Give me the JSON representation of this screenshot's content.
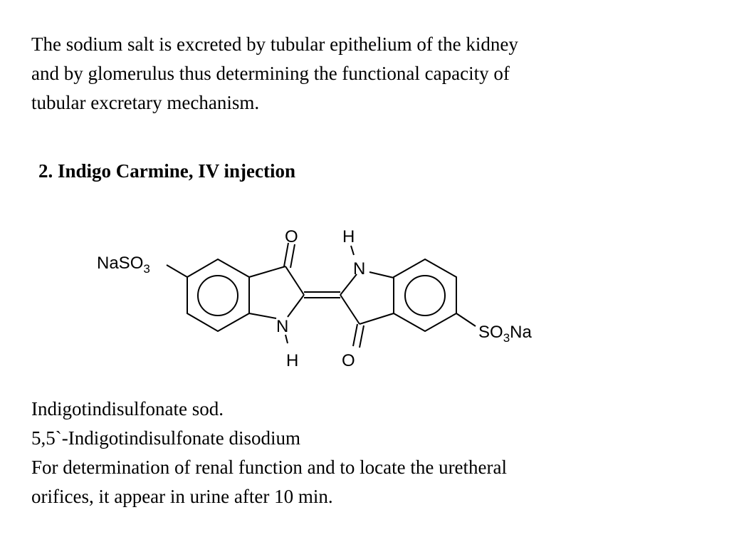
{
  "intro": {
    "lines": [
      "The sodium salt is excreted by tubular epithelium of the kidney",
      "and by glomerulus thus determining the functional capacity of",
      "tubular excretary mechanism."
    ]
  },
  "heading": "2. Indigo Carmine, IV injection",
  "structure": {
    "left_substituent": "NaSO",
    "left_substituent_sub": "3",
    "right_substituent": "SO",
    "right_substituent_sub": "3",
    "right_substituent_tail": "Na",
    "atom_o": "O",
    "atom_h": "H",
    "atom_n": "N"
  },
  "notes": {
    "lines": [
      "Indigotindisulfonate sod.",
      "5,5`-Indigotindisulfonate disodium",
      "For determination of renal function and to locate the uretheral",
      "orifices, it appear in urine after 10 min."
    ]
  }
}
